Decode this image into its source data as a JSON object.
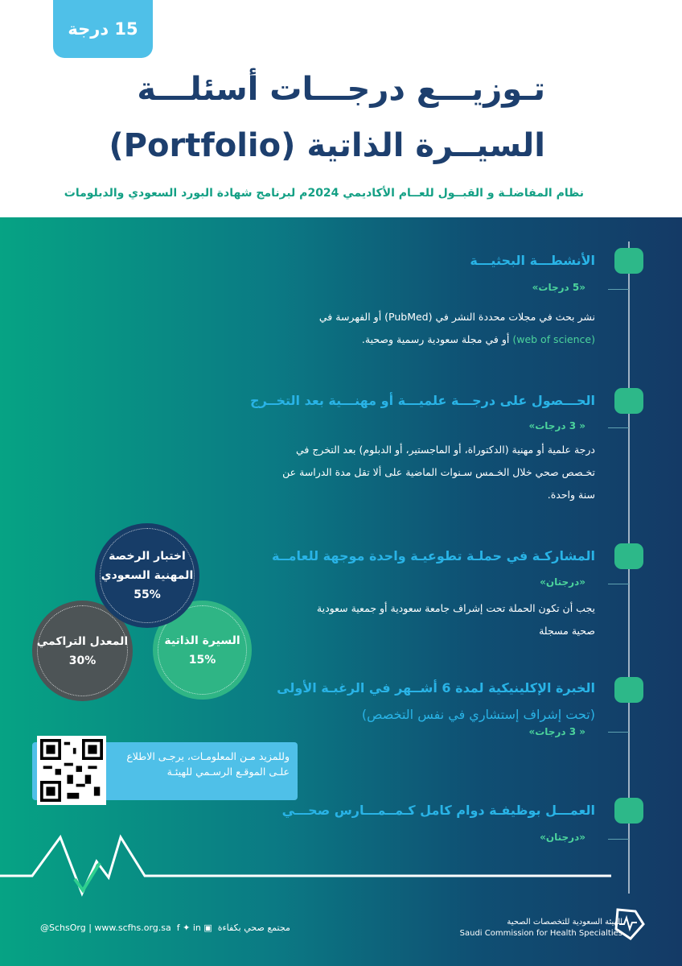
{
  "badge": "15 درجة",
  "title_line1": "تـوزيـــع درجـــات أسئلـــة",
  "title_line2": "السيــرة الذاتية (Portfolio)",
  "subtitle": "نظام المفاضلـة و القبــول للعــام الأكاديمي 2024م لبرنامج شهادة البورد السعودي والدبلومات",
  "items": [
    {
      "heading": "الأنشطـــة البحثيـــة",
      "points": "«5 درجات»",
      "body_parts": [
        "نشر بحث في مجلات محددة النشر في (PubMed) أو الفهرسة في ",
        "(web of science)",
        " أو في مجلة سعودية رسمية وصحية."
      ]
    },
    {
      "heading": "الحـــصول على درجـــة علميـــة أو مهنـــية بعد التخــرج",
      "points": "« 3 درجات»",
      "body": "درجة علمية أو مهنية (الدكتوراة، أو الماجستير، أو الدبلوم) بعد التخرج في تخـصص صحي خلال الخـمس سـنوات الماضية على ألا تقل مدة الدراسة عن سنة واحدة."
    },
    {
      "heading": "المشاركـة في حملـة تطوعيـة واحدة موجهة للعامــة",
      "points": "«درجتان»",
      "body": "يجب أن تكون الحملة تحت إشراف جامعة سعودية أو جمعية سعودية صحية مسجلة"
    },
    {
      "heading": "الخبرة الإكلينيكية لمدة 6 أشــهر في الرغبـة الأولى",
      "heading2": "(تحت إشراف إستشاري في نفس التخصص)",
      "points": "« 3 درجات»"
    },
    {
      "heading": "العمـــل بوظيفـة دوام كامل كـمــمـــارس صحـــي",
      "points": "«درجتان»"
    }
  ],
  "weights": [
    {
      "label1": "اختبار الرخصة",
      "label2": "المهنية السعودي",
      "value": "55%",
      "color": "#173d68"
    },
    {
      "label1": "المعدل التراكمي",
      "value": "30%",
      "color": "#4d5456"
    },
    {
      "label1": "السيرة الذاتية",
      "value": "15%",
      "color": "#2fb585"
    }
  ],
  "info": "وللمزيد مـن المعلومـات، يرجـى الاطلاع علـى الموقـع الرسـمي للهيئـة",
  "footer": {
    "slogan": "مجتمع صحي بكفاءة",
    "handle": "@SchsOrg | www.scfhs.org.sa",
    "org_ar": "الهيئة السعودية للتخصصات الصحية",
    "org_en": "Saudi Commission for Health Specialties"
  }
}
